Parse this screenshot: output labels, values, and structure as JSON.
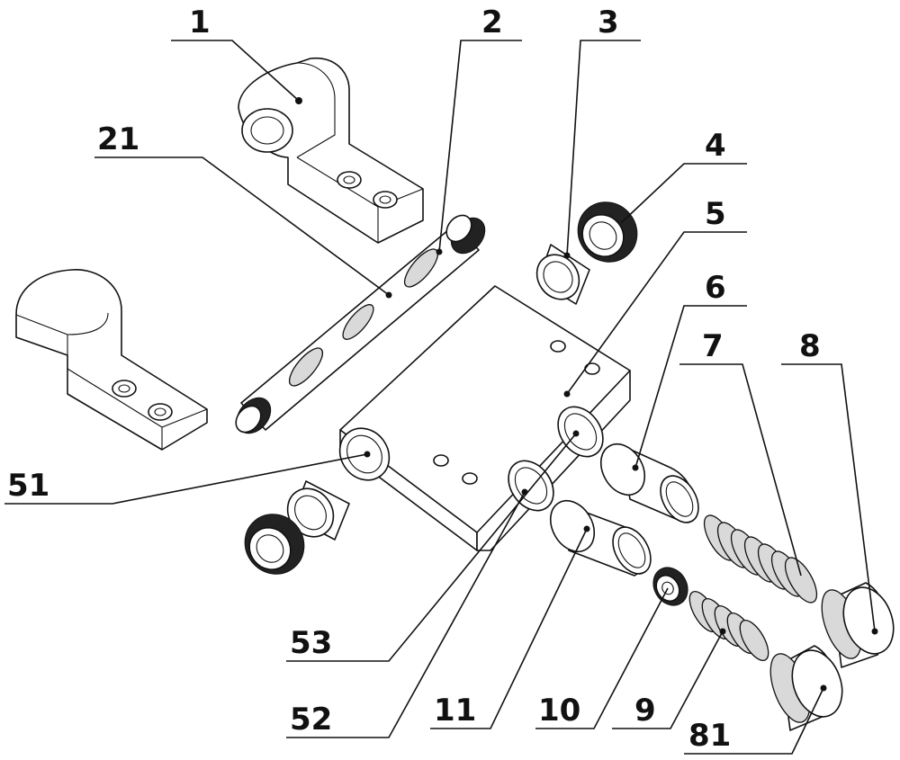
{
  "labels": {
    "l1": "1",
    "l2": "2",
    "l3": "3",
    "l4": "4",
    "l5": "5",
    "l6": "6",
    "l7": "7",
    "l8": "8",
    "l21": "21",
    "l51": "51",
    "l53": "53",
    "l52": "52",
    "l11": "11",
    "l10": "10",
    "l9": "9",
    "l81": "81"
  }
}
